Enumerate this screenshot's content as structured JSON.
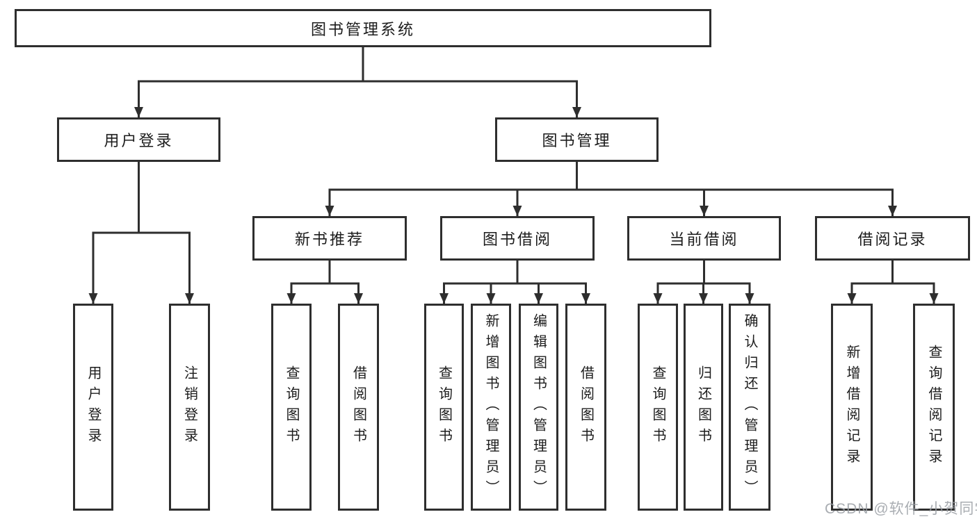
{
  "diagram_title": "图书管理系统",
  "tree": {
    "label": "图书管理系统",
    "children": [
      {
        "label": "用户登录",
        "children": [
          {
            "label": "用户登录"
          },
          {
            "label": "注销登录"
          }
        ]
      },
      {
        "label": "图书管理",
        "children": [
          {
            "label": "新书推荐",
            "children": [
              {
                "label": "查询图书"
              },
              {
                "label": "借阅图书"
              }
            ]
          },
          {
            "label": "图书借阅",
            "children": [
              {
                "label": "查询图书"
              },
              {
                "label": "新增图书（管理员）"
              },
              {
                "label": "编辑图书（管理员）"
              },
              {
                "label": "借阅图书"
              }
            ]
          },
          {
            "label": "当前借阅",
            "children": [
              {
                "label": "查询图书"
              },
              {
                "label": "归还图书"
              },
              {
                "label": "确认归还（管理员）"
              }
            ]
          },
          {
            "label": "借阅记录",
            "children": [
              {
                "label": "新增借阅记录"
              },
              {
                "label": "查询借阅记录"
              }
            ]
          }
        ]
      }
    ]
  },
  "watermark": {
    "text": "CSDN @软件_小贺同学"
  },
  "colors": {
    "line": "#2e2e2e",
    "box_border": "#2e2e2e",
    "text": "#1c1c1c",
    "background": "#ffffff",
    "watermark": "#9a9fa5"
  }
}
